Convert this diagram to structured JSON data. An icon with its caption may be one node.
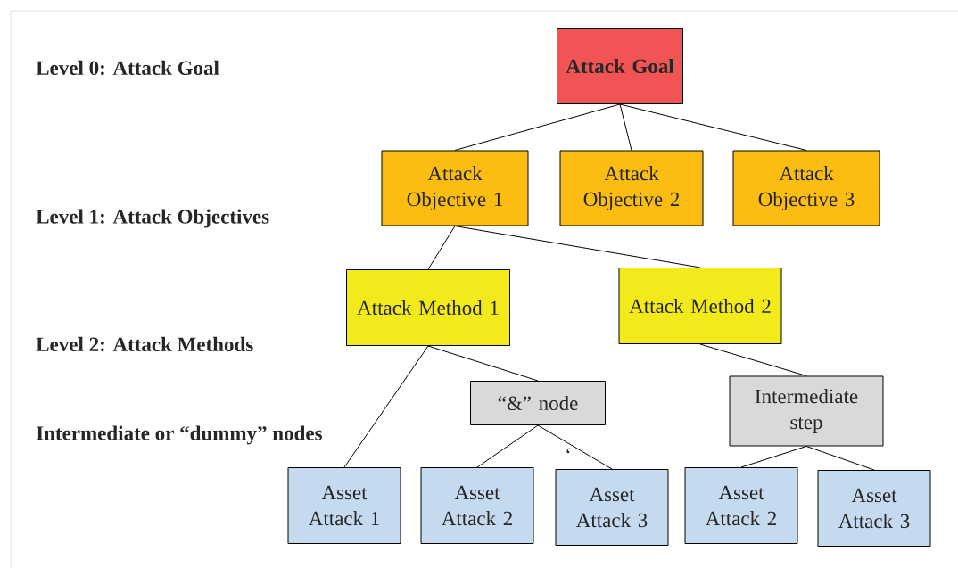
{
  "diagram": {
    "nodes": [
      {
        "text": [
          "Attack Goal"
        ]
      },
      {
        "text": [
          "Attack Objective 1"
        ]
      },
      {
        "text": [
          "Attack Objective 2"
        ]
      },
      {
        "text": [
          "Attack Objective 3"
        ]
      },
      {
        "text": [
          "Attack Method 1"
        ]
      },
      {
        "text": [
          "Attack Method 2"
        ]
      },
      {
        "text": [
          "“&” node"
        ]
      },
      {
        "text": [
          "Intermediate step"
        ]
      },
      {
        "text": [
          "Asset Attack 1"
        ]
      },
      {
        "text": [
          "Asset Attack 2"
        ]
      },
      {
        "text": [
          "Asset Attack 3"
        ]
      },
      {
        "text": [
          "Asset Attack 2"
        ]
      },
      {
        "text": [
          "Asset Attack 3"
        ]
      }
    ],
    "edges": [
      {
        "from": 0,
        "to": 1,
        "arrow": "none"
      },
      {
        "from": 0,
        "to": 2,
        "arrow": "none"
      },
      {
        "from": 0,
        "to": 3,
        "arrow": "none"
      },
      {
        "from": 1,
        "to": 4,
        "arrow": "none"
      },
      {
        "from": 1,
        "to": 5,
        "arrow": "none"
      },
      {
        "from": 4,
        "to": 8,
        "arrow": "none"
      },
      {
        "from": 4,
        "to": 6,
        "arrow": "none"
      },
      {
        "from": 6,
        "to": 9,
        "arrow": "none"
      },
      {
        "from": 6,
        "to": 10,
        "arrow": "none"
      },
      {
        "from": 5,
        "to": 7,
        "arrow": "none"
      },
      {
        "from": 7,
        "to": 11,
        "arrow": "none"
      },
      {
        "from": 7,
        "to": 12,
        "arrow": "none"
      }
    ],
    "labels": [
      "Level 0: Attack Goal",
      "Level 1: Attack Objectives",
      "Level 2: Attack Methods",
      "Intermediate or “dummy” nodes",
      "‘"
    ]
  }
}
